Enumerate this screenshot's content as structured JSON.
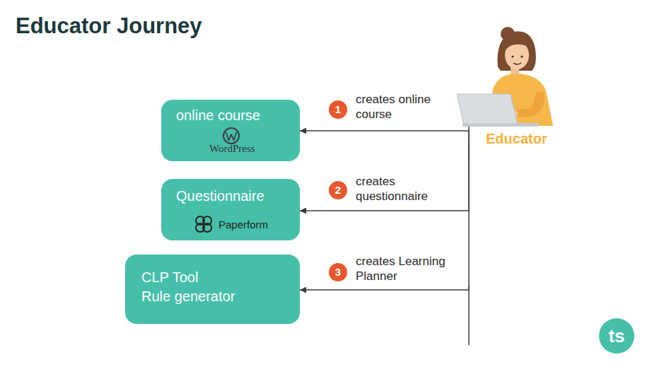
{
  "diagram": {
    "title": "Educator Journey",
    "nodes": [
      {
        "text": [
          "Educator"
        ]
      },
      {
        "text": [
          "online course",
          "WordPress"
        ]
      },
      {
        "text": [
          "Questionnaire",
          "Paperform"
        ]
      },
      {
        "text": [
          "CLP Tool",
          "Rule generator"
        ]
      }
    ],
    "edges": [
      {
        "from": 0,
        "to": 1,
        "label": "creates online course",
        "arrow": "to"
      },
      {
        "from": 0,
        "to": 2,
        "label": "creates questionnaire",
        "arrow": "to"
      },
      {
        "from": 0,
        "to": 3,
        "label": "creates Learning Planner",
        "arrow": "to"
      }
    ],
    "labels": [
      "1",
      "2",
      "3",
      "ts"
    ]
  }
}
